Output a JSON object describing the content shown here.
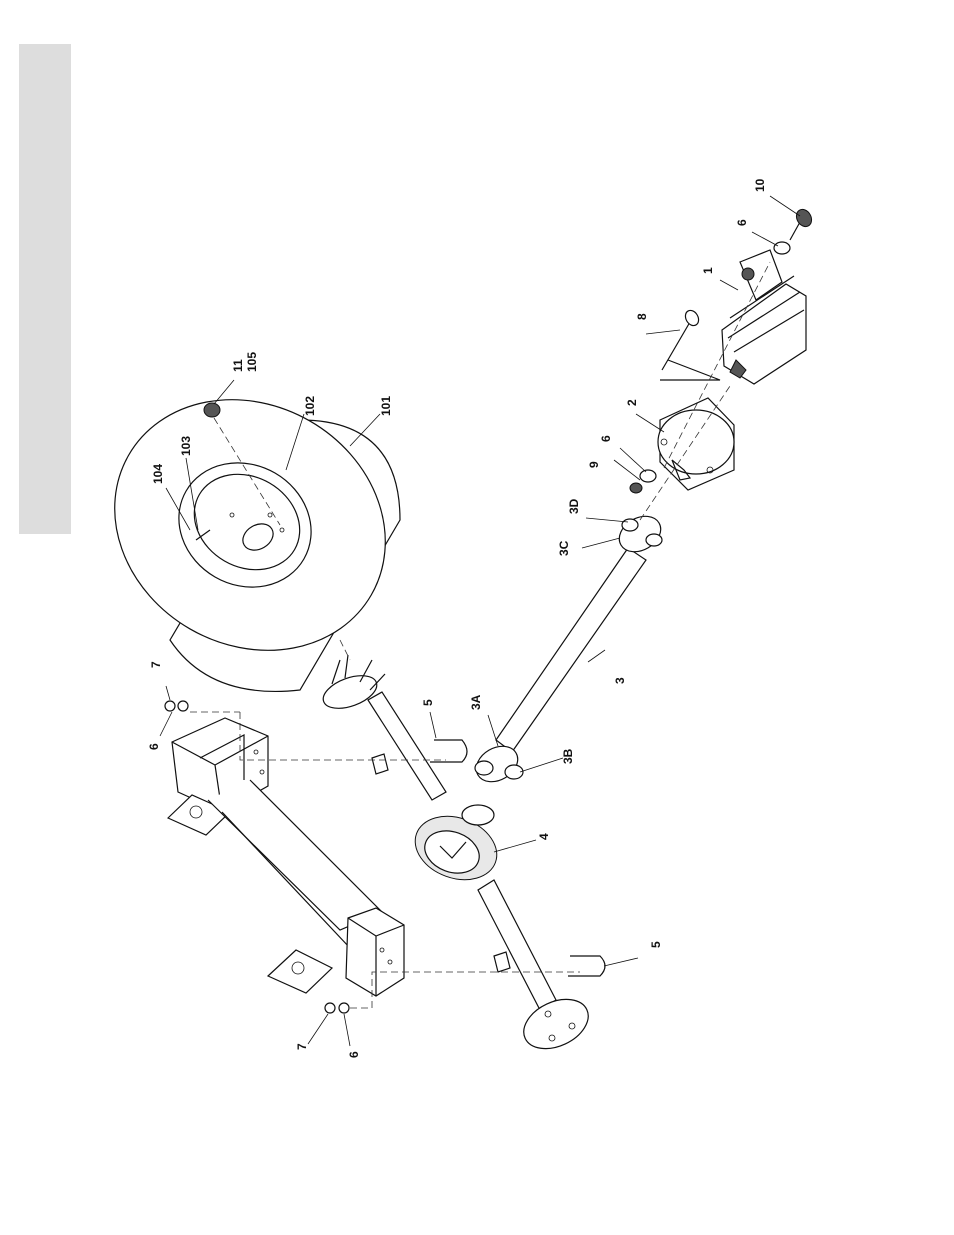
{
  "labels": {
    "l1": "1",
    "l2": "2",
    "l3": "3",
    "l3a": "3A",
    "l3b": "3B",
    "l3c": "3C",
    "l3d": "3D",
    "l4": "4",
    "l5a": "5",
    "l5b": "5",
    "l6a": "6",
    "l6b": "6",
    "l6c": "6",
    "l6d": "6",
    "l7a": "7",
    "l7b": "7",
    "l8": "8",
    "l9": "9",
    "l10": "10",
    "l11": "11",
    "l105": "105",
    "l101": "101",
    "l102": "102",
    "l103": "103",
    "l104": "104"
  },
  "colors": {
    "side_tab": "#dddddd",
    "line": "#111111"
  }
}
